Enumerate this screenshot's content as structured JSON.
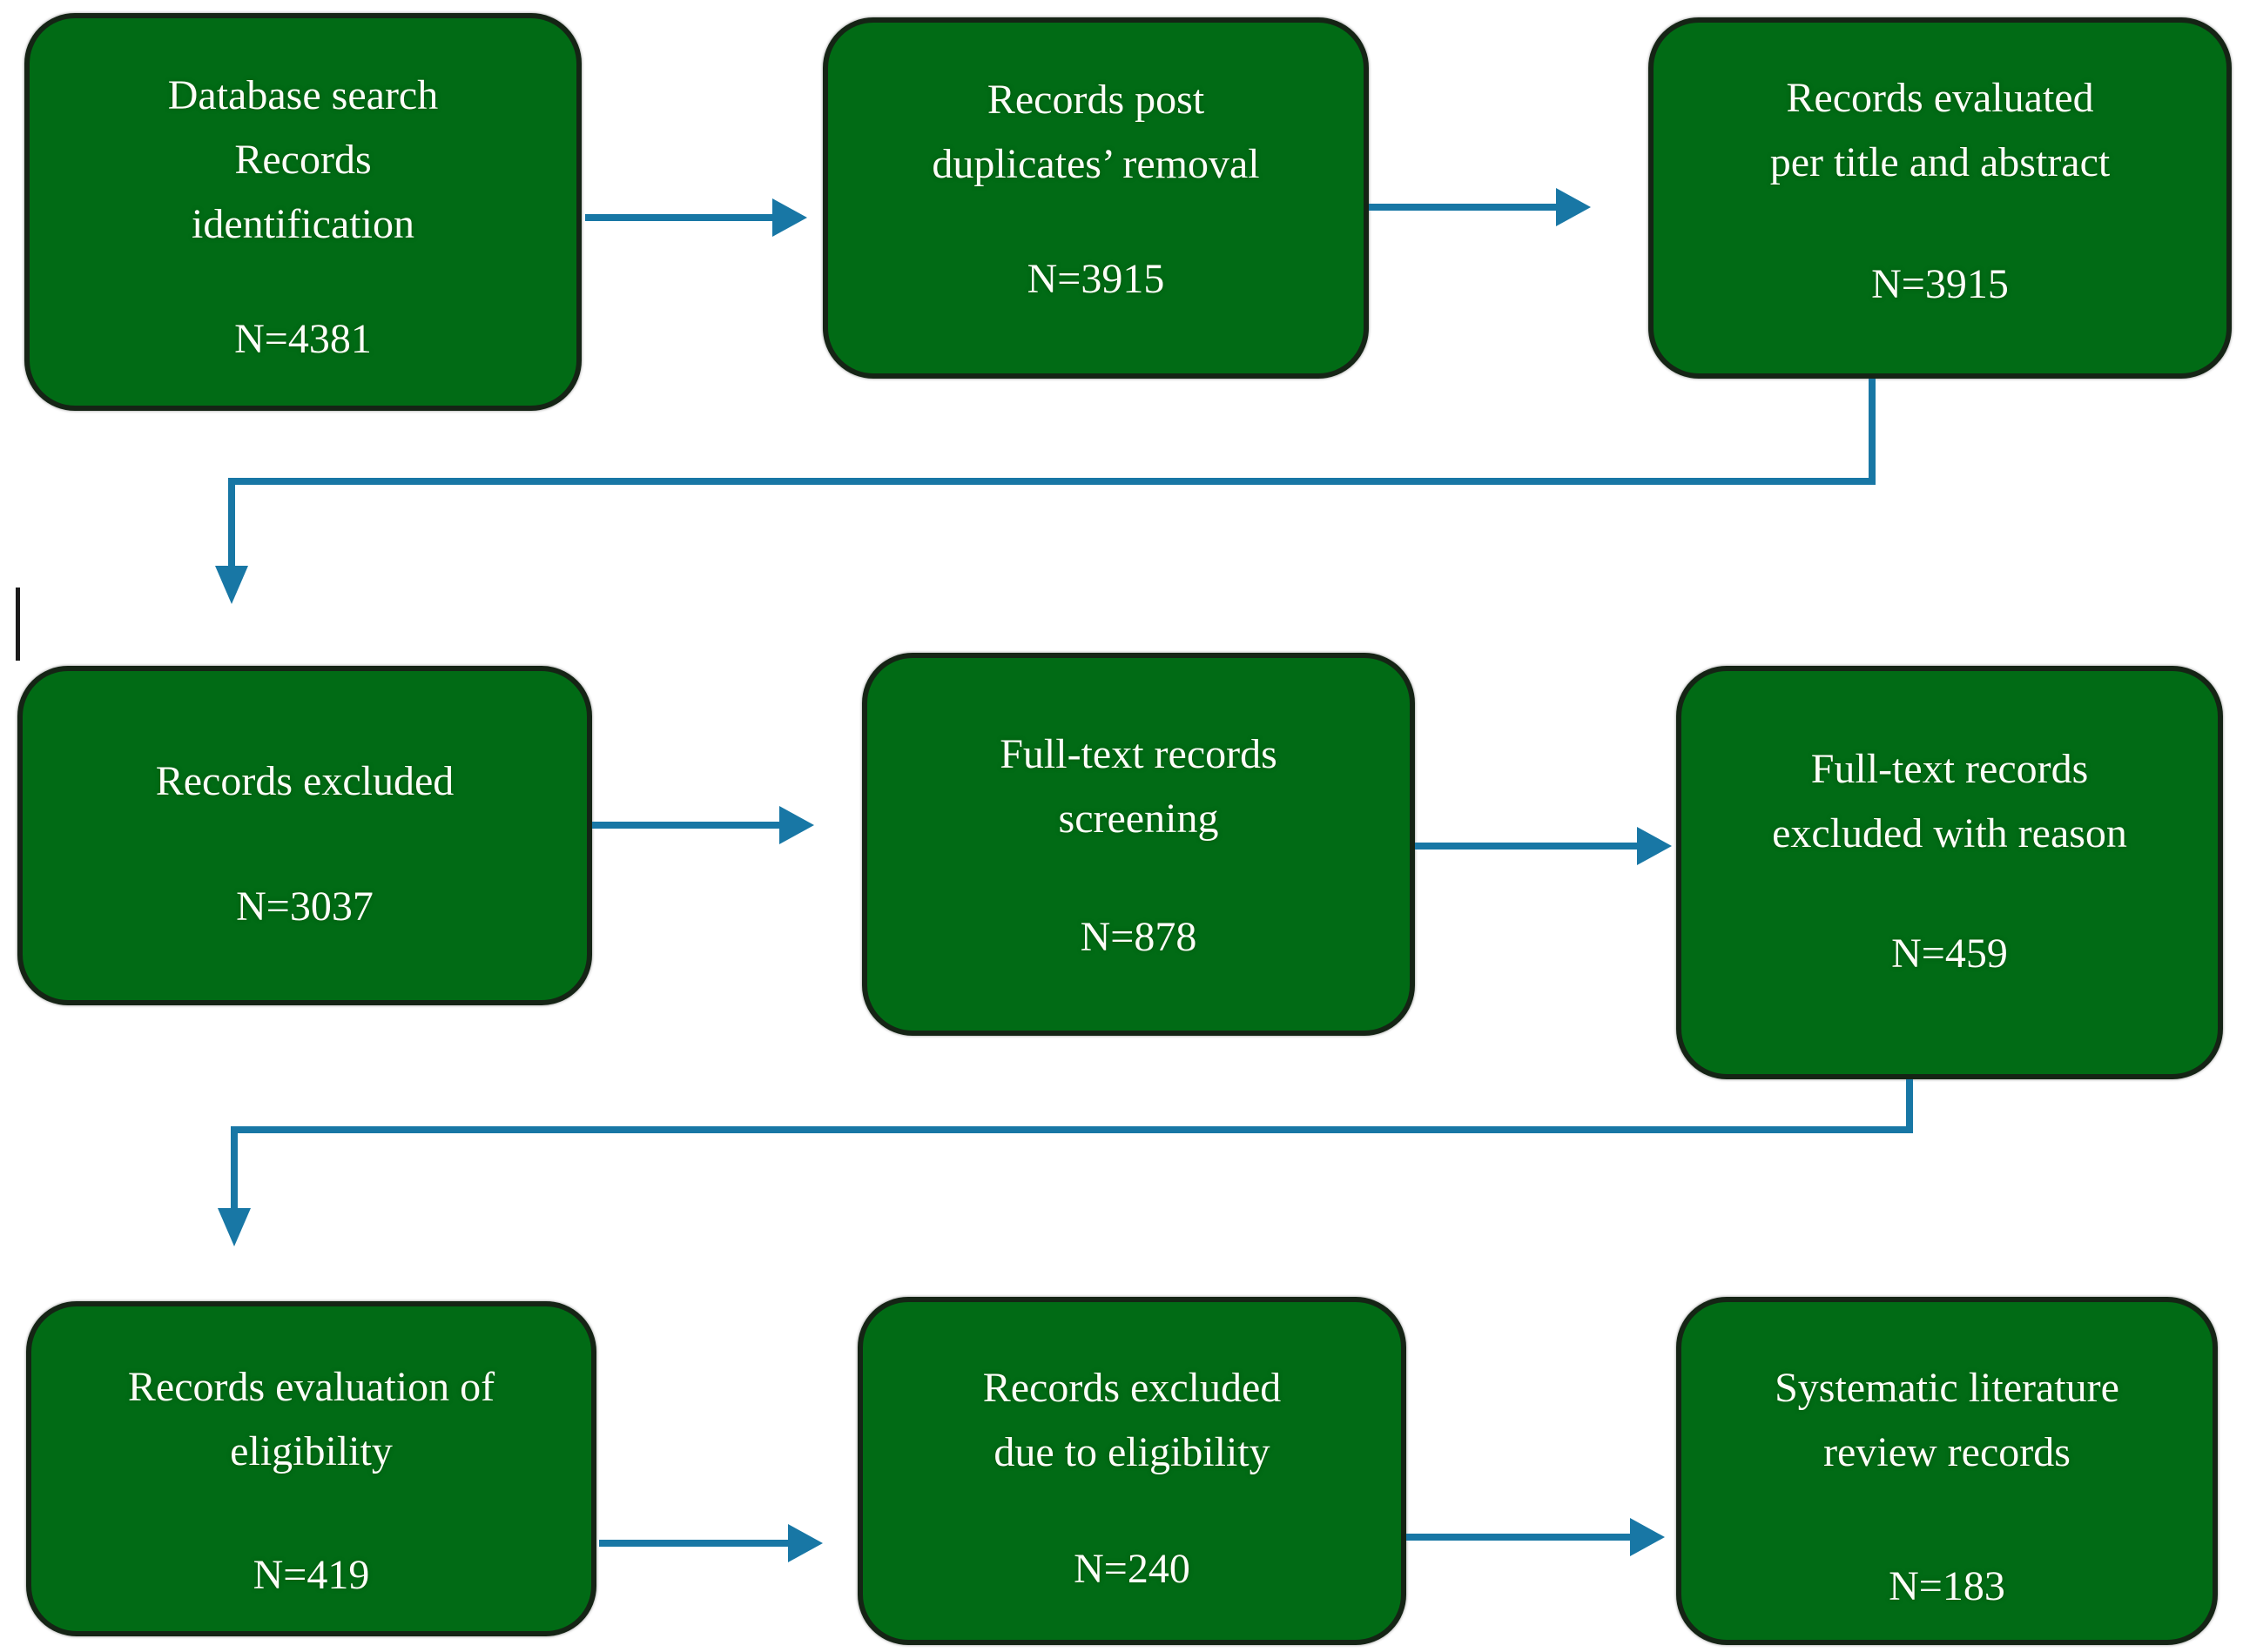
{
  "diagram": {
    "kind": "flowchart",
    "colors": {
      "box_fill": "#016B15",
      "box_border": "#152415",
      "arrow": "#1877A5",
      "text": "#FFFFFF",
      "background": "#FFFFFF"
    },
    "boxes": [
      {
        "id": "identification",
        "lines": [
          "Database search",
          "Records",
          "identification"
        ],
        "n_label": "N=4381",
        "n": 4381
      },
      {
        "id": "post-duplicates",
        "lines": [
          "Records post",
          "duplicates’ removal"
        ],
        "n_label": "N=3915",
        "n": 3915
      },
      {
        "id": "title-abstract",
        "lines": [
          "Records evaluated",
          "per title and abstract"
        ],
        "n_label": "N=3915",
        "n": 3915
      },
      {
        "id": "records-excluded",
        "lines": [
          "Records excluded"
        ],
        "n_label": "N=3037",
        "n": 3037
      },
      {
        "id": "fulltext-screening",
        "lines": [
          "Full-text records",
          "screening"
        ],
        "n_label": "N=878",
        "n": 878
      },
      {
        "id": "fulltext-excluded",
        "lines": [
          "Full-text records",
          "excluded with reason"
        ],
        "n_label": "N=459",
        "n": 459
      },
      {
        "id": "eligibility-evaluation",
        "lines": [
          "Records evaluation of",
          "eligibility"
        ],
        "n_label": "N=419",
        "n": 419
      },
      {
        "id": "excluded-eligibility",
        "lines": [
          "Records excluded",
          "due to eligibility"
        ],
        "n_label": "N=240",
        "n": 240
      },
      {
        "id": "slr-records",
        "lines": [
          "Systematic literature",
          "review records"
        ],
        "n_label": "N=183",
        "n": 183
      }
    ],
    "edges": [
      {
        "from": "identification",
        "to": "post-duplicates",
        "shape": "straight-right-arrow"
      },
      {
        "from": "post-duplicates",
        "to": "title-abstract",
        "shape": "straight-right-arrow"
      },
      {
        "from": "title-abstract",
        "to": "records-excluded",
        "shape": "elbow-down-left-down-arrow"
      },
      {
        "from": "records-excluded",
        "to": "fulltext-screening",
        "shape": "straight-right-arrow"
      },
      {
        "from": "fulltext-screening",
        "to": "fulltext-excluded",
        "shape": "straight-right-arrow"
      },
      {
        "from": "fulltext-excluded",
        "to": "eligibility-evaluation",
        "shape": "elbow-down-left-down-arrow"
      },
      {
        "from": "eligibility-evaluation",
        "to": "excluded-eligibility",
        "shape": "straight-right-arrow"
      },
      {
        "from": "excluded-eligibility",
        "to": "slr-records",
        "shape": "straight-right-arrow"
      }
    ]
  }
}
